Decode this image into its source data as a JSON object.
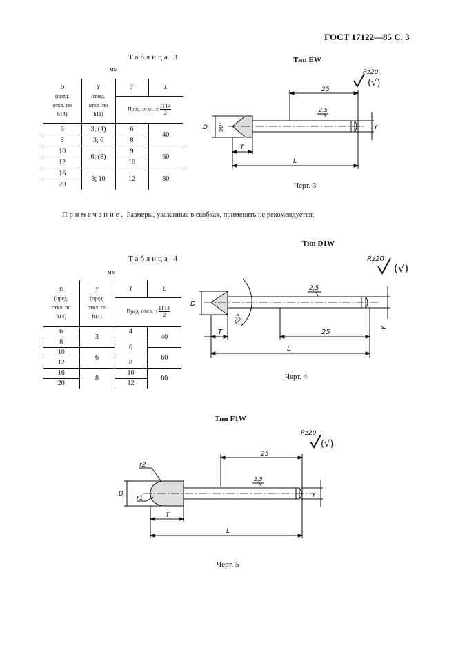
{
  "header": {
    "title": "ГОСТ 17122—85 С. 3"
  },
  "table3": {
    "caption": "Таблица 3",
    "unit": "мм",
    "col_D": "D",
    "col_D_sub": [
      "(пред.",
      "откл. по",
      "h14)"
    ],
    "col_Y": "Y",
    "col_Y_sub": [
      "(пред.",
      "откл. по",
      "h11)"
    ],
    "col_T": "T",
    "col_L": "L",
    "tol_prefix": "Пред. откл. ±",
    "tol_num": "IT14",
    "tol_den": "2",
    "rows": {
      "d": [
        "6",
        "8",
        "10",
        "12",
        "16",
        "20"
      ],
      "y": [
        "3; (4)",
        "3; 6",
        "6; (8)",
        "8; 10"
      ],
      "t": [
        "6",
        "8",
        "9",
        "10",
        "12"
      ],
      "l": [
        "40",
        "60",
        "80"
      ]
    }
  },
  "figure3": {
    "type_label": "Тип EW",
    "rz": "Rz20",
    "check_paren": "(√)",
    "dim_25": "25",
    "dim_2_5": "2,5",
    "dim_90": "90°",
    "label_D": "D",
    "label_T": "T",
    "label_L": "L",
    "label_Y": "Y",
    "caption": "Черт. 3"
  },
  "note": {
    "prefix": "Примечание.",
    "text": "Размеры, указанные в скобках, применять не рекомендуется."
  },
  "table4": {
    "caption": "Таблица 4",
    "unit": "мм",
    "col_D": "D",
    "col_D_sub": [
      "(пред.",
      "откл. по",
      "h14)"
    ],
    "col_Y": "Y",
    "col_Y_sub": [
      "(пред.",
      "откл. по",
      "h11)"
    ],
    "col_T": "T",
    "col_L": "L",
    "tol_prefix": "Пред. откл. ±",
    "tol_num": "IT14",
    "tol_den": "2",
    "rows": {
      "d": [
        "6",
        "8",
        "10",
        "12",
        "16",
        "20"
      ],
      "y": [
        "3",
        "6",
        "8"
      ],
      "t": [
        "4",
        "6",
        "8",
        "10",
        "12"
      ],
      "l": [
        "40",
        "60",
        "80"
      ]
    }
  },
  "figure4": {
    "type_label": "Тип D1W",
    "rz": "Rz20",
    "check_paren": "(√)",
    "dim_25": "25",
    "dim_2_5": "2,5",
    "dim_60": "60°",
    "label_D": "D",
    "label_T": "T",
    "label_L": "L",
    "label_Y": "Y",
    "caption": "Черт. 4"
  },
  "figure5": {
    "type_label": "Тип F1W",
    "rz": "Rz20",
    "check_paren": "(√)",
    "dim_25": "25",
    "dim_2_5": "2,5",
    "label_r2": "r2",
    "label_r1": "r1",
    "label_D": "D",
    "label_T": "T",
    "label_L": "L",
    "label_Y": "Y",
    "caption": "Черт. 5"
  }
}
